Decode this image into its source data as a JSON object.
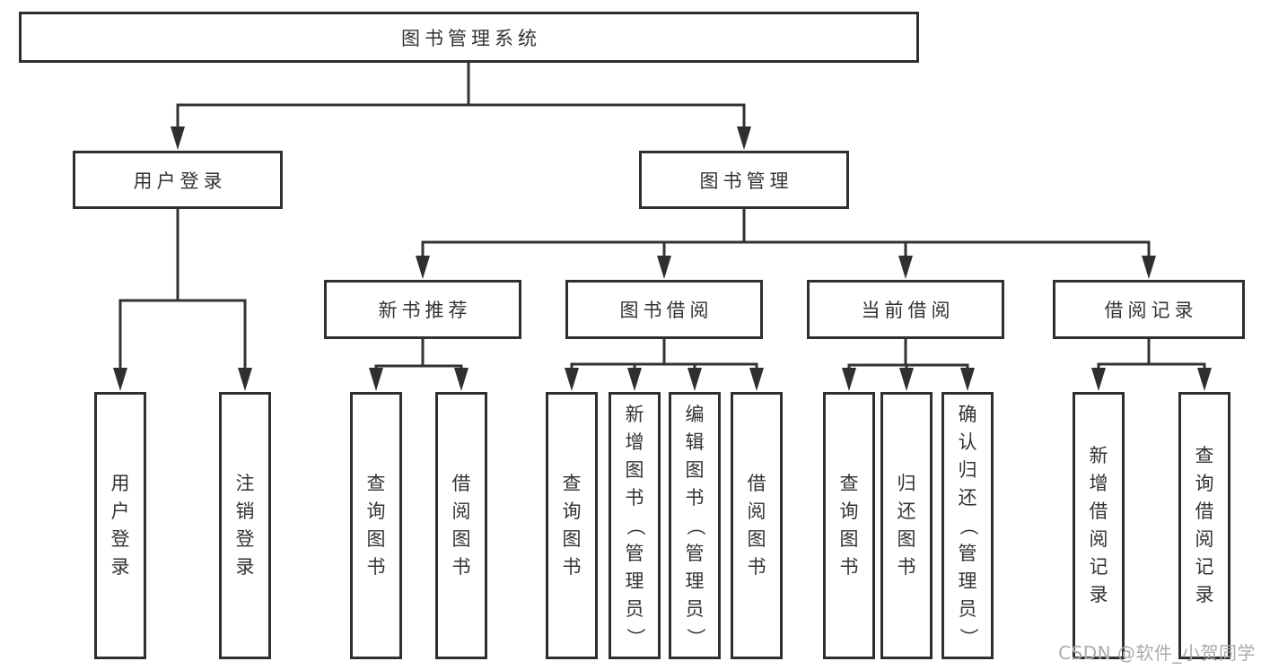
{
  "diagram": {
    "root": {
      "label": "图书管理系统"
    },
    "level2": [
      {
        "label": "用户登录"
      },
      {
        "label": "图书管理"
      }
    ],
    "level3": [
      {
        "label": "新书推荐",
        "parent": "图书管理"
      },
      {
        "label": "图书借阅",
        "parent": "图书管理"
      },
      {
        "label": "当前借阅",
        "parent": "图书管理"
      },
      {
        "label": "借阅记录",
        "parent": "图书管理"
      }
    ],
    "leaves": [
      {
        "label": "用户登录",
        "parent": "用户登录"
      },
      {
        "label": "注销登录",
        "parent": "用户登录"
      },
      {
        "label": "查询图书",
        "parent": "新书推荐"
      },
      {
        "label": "借阅图书",
        "parent": "新书推荐"
      },
      {
        "label": "查询图书",
        "parent": "图书借阅"
      },
      {
        "label": "新增图书（管理员）",
        "parent": "图书借阅"
      },
      {
        "label": "编辑图书（管理员）",
        "parent": "图书借阅"
      },
      {
        "label": "借阅图书",
        "parent": "图书借阅"
      },
      {
        "label": "查询图书",
        "parent": "当前借阅"
      },
      {
        "label": "归还图书",
        "parent": "当前借阅"
      },
      {
        "label": "确认归还（管理员）",
        "parent": "当前借阅"
      },
      {
        "label": "新增借阅记录",
        "parent": "借阅记录"
      },
      {
        "label": "查询借阅记录",
        "parent": "借阅记录"
      }
    ],
    "colors": {
      "line": "#333333",
      "box_border": "#2f2f2f",
      "text": "#333333",
      "background": "#ffffff"
    }
  },
  "watermark": {
    "text": "CSDN @软件_小贺同学",
    "color": "#ababab"
  }
}
